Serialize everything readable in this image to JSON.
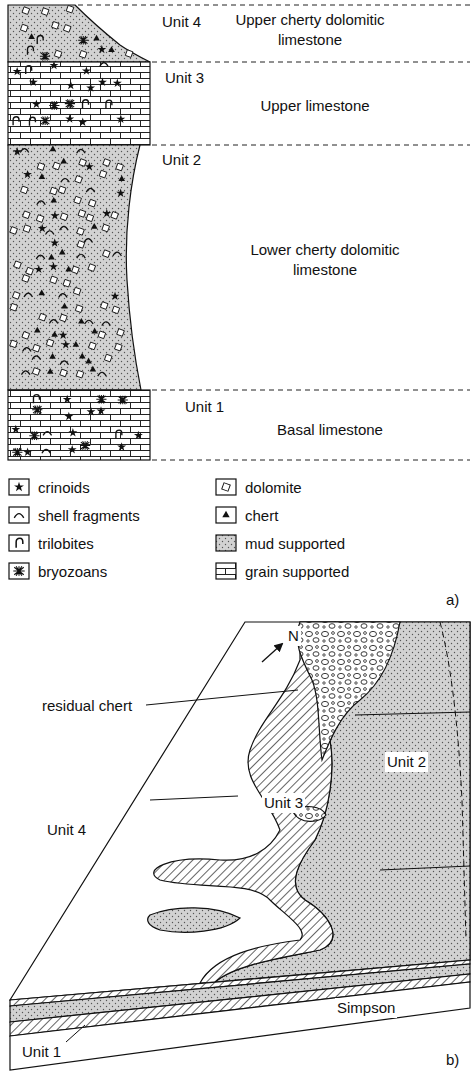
{
  "diagram": {
    "labels": [
      "Unit 4",
      "Upper cherty dolomitic limestone",
      "Unit 3",
      "Upper limestone",
      "Unit 2",
      "Lower cherty dolomitic limestone",
      "Unit 1",
      "Basal limestone",
      "a)",
      "residual chert",
      "Unit 2",
      "Unit 3",
      "Unit 4",
      "Unit 1",
      "Simpson",
      "N",
      "b)"
    ],
    "legend": [
      {
        "text": "crinoids"
      },
      {
        "text": "shell fragments"
      },
      {
        "text": "trilobites"
      },
      {
        "text": "bryozoans"
      },
      {
        "text": "dolomite"
      },
      {
        "text": "chert"
      },
      {
        "text": "mud supported"
      },
      {
        "text": "grain supported"
      }
    ]
  }
}
